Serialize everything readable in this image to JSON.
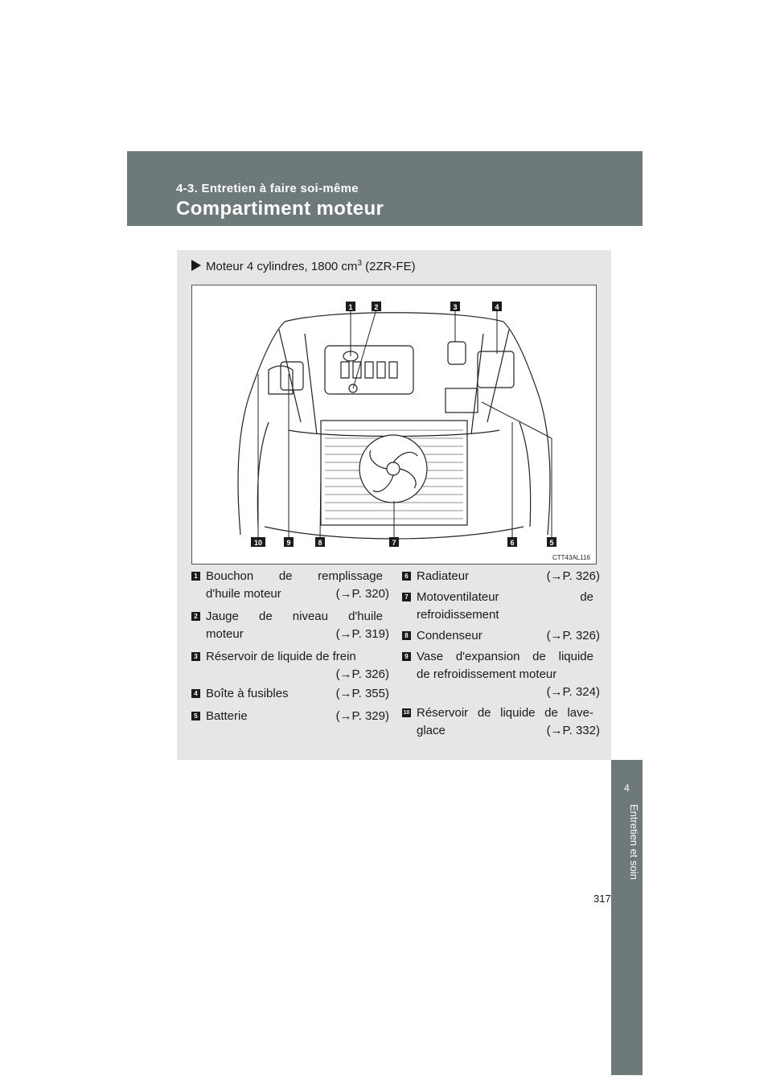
{
  "header": {
    "section": "4-3. Entretien à faire soi-même",
    "title": "Compartiment moteur"
  },
  "sidetab": {
    "chapter_number": "4",
    "chapter_name": "Entretien et soin"
  },
  "subtitle": {
    "text_before": "Moteur 4 cylindres, 1800 cm",
    "superscript": "3",
    "text_after": " (2ZR-FE)"
  },
  "figure": {
    "code": "CTT43AL116",
    "callouts_top": [
      "1",
      "2",
      "3",
      "4"
    ],
    "callouts_bottom": [
      "10",
      "9",
      "8",
      "7",
      "6",
      "5"
    ]
  },
  "items_left": [
    {
      "num": "1",
      "line1": "Bouchon de remplissage",
      "line2": "d'huile moteur",
      "ref": "(→P. 320)"
    },
    {
      "num": "2",
      "line1": "Jauge de niveau d'huile",
      "line2": "moteur",
      "ref": "(→P. 319)"
    },
    {
      "num": "3",
      "line1": "Réservoir de liquide de frein",
      "line2": "",
      "ref": "(→P. 326)"
    },
    {
      "num": "4",
      "line1": "Boîte à fusibles",
      "line2": "",
      "ref": "(→P. 355)"
    },
    {
      "num": "5",
      "line1": "Batterie",
      "line2": "",
      "ref": "(→P. 329)"
    }
  ],
  "items_right": [
    {
      "num": "6",
      "line1": "Radiateur",
      "line2": "",
      "ref": "(→P. 326)"
    },
    {
      "num": "7",
      "line1": "Motoventilateur de",
      "line2": "refroidissement",
      "ref": ""
    },
    {
      "num": "8",
      "line1": "Condenseur",
      "line2": "",
      "ref": "(→P. 326)"
    },
    {
      "num": "9",
      "line1": "Vase d'expansion de liquide",
      "line2": "de refroidissement moteur",
      "ref": "(→P. 324)"
    },
    {
      "num": "10",
      "line1": "Réservoir de liquide de lave-",
      "line2": "glace",
      "ref": "(→P. 332)"
    }
  ],
  "page_number": "317"
}
